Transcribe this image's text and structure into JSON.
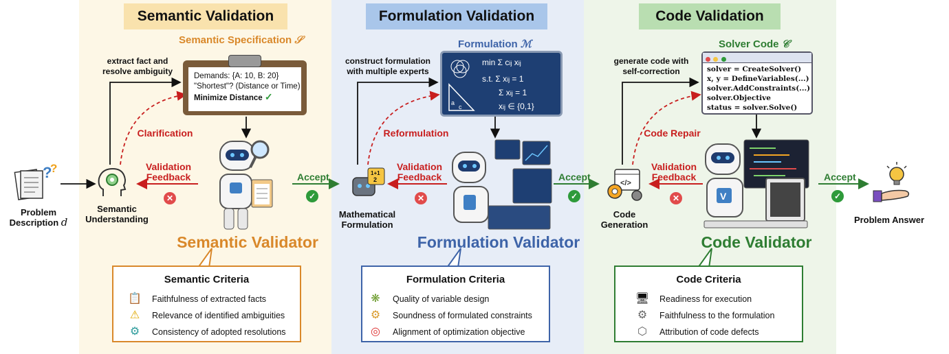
{
  "headers": {
    "semantic": "Semantic Validation",
    "formulation": "Formulation Validation",
    "code": "Code Validation"
  },
  "artifacts": {
    "semantic_title": "Semantic Specification",
    "semantic_symbol": "𝒮",
    "semantic_lines": [
      "Demands: {A: 10, B: 20}",
      "\"Shortest\"? (Distance or Time)",
      "Minimize Distance"
    ],
    "formulation_title": "Formulation",
    "formulation_symbol": "ℳ",
    "code_title": "Solver Code",
    "code_symbol": "𝒞",
    "code_lines": [
      "solver = CreateSolver()",
      "x, y = DefineVariables(...)",
      "solver.AddConstraints(...)",
      "solver.Objective",
      "status = solver.Solve()"
    ]
  },
  "actions": {
    "extract": "extract fact and resolve ambiguity",
    "construct": "construct formulation with multiple experts",
    "generate": "generate code with self-correction",
    "clarification": "Clarification",
    "reformulation": "Reformulation",
    "code_repair": "Code Repair",
    "feedback": "Validation Feedback",
    "accept": "Accept"
  },
  "nodes": {
    "problem_description": "Problem Description",
    "problem_symbol": "d",
    "semantic_understanding": "Semantic Understanding",
    "mathematical_formulation": "Mathematical Formulation",
    "code_generation": "Code Generation",
    "problem_answer": "Problem Answer"
  },
  "validators": {
    "semantic": "Semantic Validator",
    "formulation": "Formulation Validator",
    "code": "Code Validator"
  },
  "criteria": {
    "semantic": {
      "title": "Semantic Criteria",
      "items": [
        "Faithfulness of extracted facts",
        "Relevance of identified ambiguities",
        "Consistency of adopted resolutions"
      ]
    },
    "formulation": {
      "title": "Formulation Criteria",
      "items": [
        "Quality of variable design",
        "Soundness of formulated constraints",
        "Alignment of optimization objective"
      ]
    },
    "code": {
      "title": "Code Criteria",
      "items": [
        "Readiness for execution",
        "Faithfulness to the formulation",
        "Attribution of code defects"
      ]
    }
  },
  "colors": {
    "semantic_bg": "#fdf7e6",
    "semantic_hdr": "#f9e2ad",
    "semantic_accent": "#d9882a",
    "formulation_bg": "#e7edf7",
    "formulation_hdr": "#a9c6ea",
    "formulation_accent": "#3d63a8",
    "code_bg": "#eef5e9",
    "code_hdr": "#b9deb1",
    "code_accent": "#2e7d32"
  }
}
